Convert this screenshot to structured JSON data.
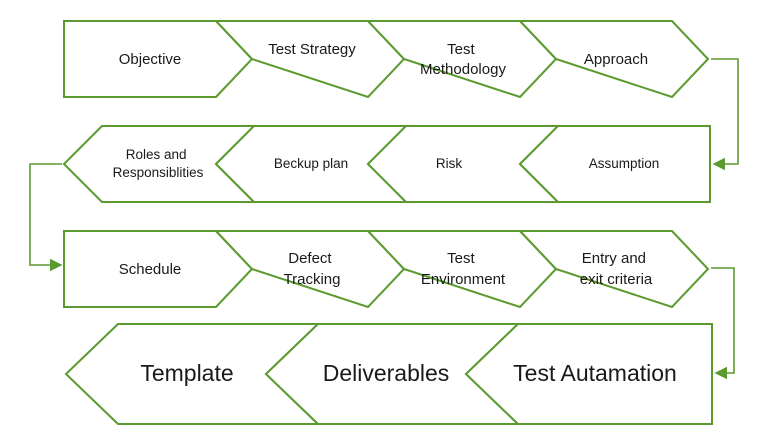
{
  "colors": {
    "outline": "#5a9a2e",
    "fill": "#ffffff",
    "text": "#1a1a1a"
  },
  "rows": [
    {
      "direction": "right",
      "steps": [
        {
          "label": "Objective"
        },
        {
          "label": "Test Strategy"
        },
        {
          "label": "Test Methodology"
        },
        {
          "label": "Approach"
        }
      ]
    },
    {
      "direction": "left",
      "steps": [
        {
          "label": "Roles and Responsiblities"
        },
        {
          "label": "Beckup plan"
        },
        {
          "label": "Risk"
        },
        {
          "label": "Assumption"
        }
      ]
    },
    {
      "direction": "right",
      "steps": [
        {
          "label": "Schedule"
        },
        {
          "label": "Defect Tracking"
        },
        {
          "label": "Test Environment"
        },
        {
          "label": "Entry and exit criteria"
        }
      ]
    },
    {
      "direction": "left",
      "steps": [
        {
          "label": "Template"
        },
        {
          "label": "Deliverables"
        },
        {
          "label": "Test Autamation"
        }
      ]
    }
  ]
}
